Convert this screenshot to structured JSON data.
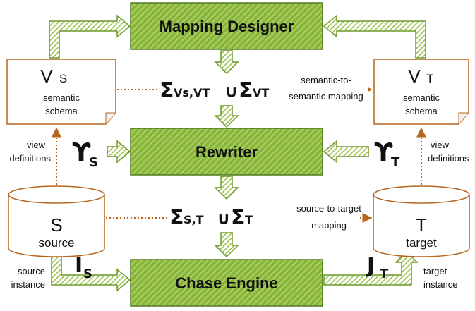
{
  "processes": {
    "mapping_designer": "Mapping Designer",
    "rewriter": "Rewriter",
    "chase_engine": "Chase Engine"
  },
  "docs": {
    "vs": {
      "main": "V",
      "sub": "S",
      "line1": "semantic",
      "line2": "schema"
    },
    "vt": {
      "main": "V",
      "sub": "T",
      "line1": "semantic",
      "line2": "schema"
    }
  },
  "databases": {
    "source": {
      "letter": "S",
      "label": "source"
    },
    "target": {
      "letter": "T",
      "label": "target"
    }
  },
  "formulas": {
    "top": {
      "sigma": "Σ",
      "left_sub": "Vs,VT",
      "union": "∪",
      "right_sub": "VT"
    },
    "mid": {
      "sigma": "Σ",
      "left_sub": "S,T",
      "union": "∪",
      "right_sub": "T"
    }
  },
  "symbols": {
    "upsilon_s": {
      "char": "ϒ",
      "sub": "S"
    },
    "upsilon_t": {
      "char": "ϒ",
      "sub": "T"
    },
    "i_s": {
      "char": "I",
      "sub": "S"
    },
    "j_t": {
      "char": "J",
      "sub": "T"
    }
  },
  "labels": {
    "semantic_mapping_1": "semantic-to-",
    "semantic_mapping_2": "semantic mapping",
    "source_target_1": "source-to-target",
    "source_target_2": "mapping",
    "view_defs_left_1": "view",
    "view_defs_left_2": "definitions",
    "view_defs_right_1": "view",
    "view_defs_right_2": "definitions",
    "source_instance_1": "source",
    "source_instance_2": "instance",
    "target_instance_1": "target",
    "target_instance_2": "instance"
  },
  "colors": {
    "green_fill": "#86b33a",
    "green_stripe": "#a8cc5e",
    "green_border": "#4f7a1e",
    "arrow_fill": "#ffffff",
    "dotted_brown": "#b5651d",
    "doc_border": "#b5651d"
  }
}
